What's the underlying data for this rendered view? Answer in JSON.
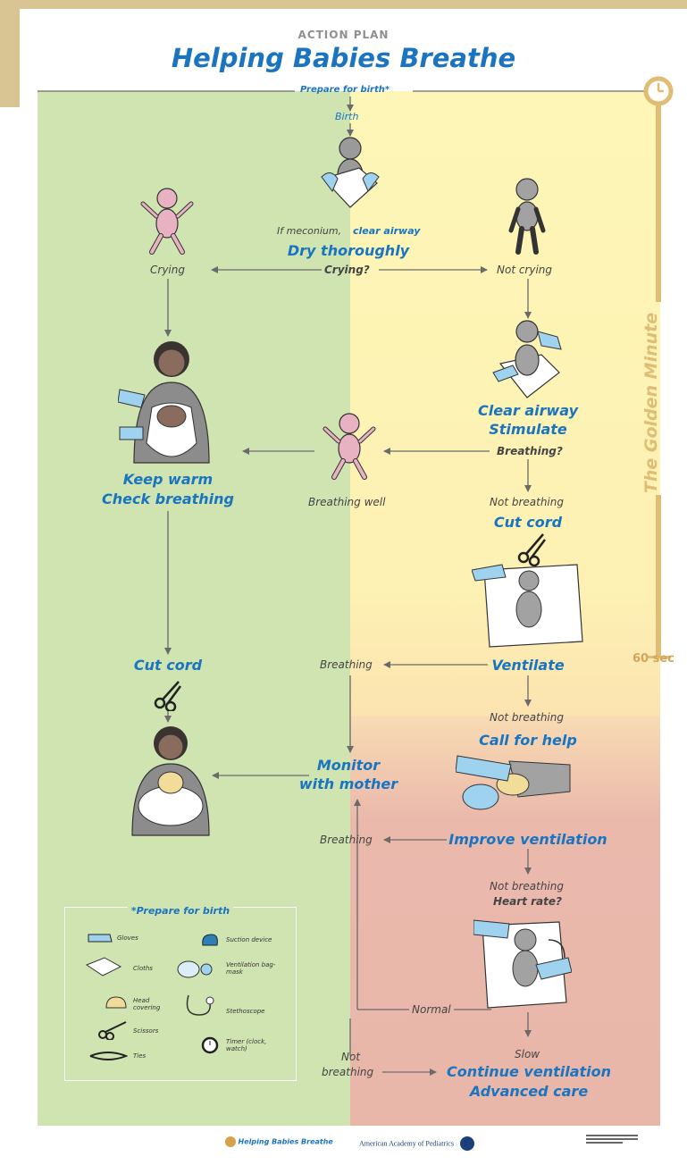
{
  "header": {
    "subtitle": "ACTION PLAN",
    "title": "Helping Babies Breathe"
  },
  "top_line": {
    "prepare": "Prepare for birth*",
    "birth": "Birth"
  },
  "steps": {
    "meconium_prefix": "If meconium,",
    "meconium_action": "clear airway",
    "dry": "Dry thoroughly",
    "crying_q": "Crying?",
    "crying": "Crying",
    "not_crying": "Not crying",
    "clear_airway": "Clear airway",
    "stimulate": "Stimulate",
    "breathing_q": "Breathing?",
    "keep_warm": "Keep warm",
    "check_breathing": "Check breathing",
    "breathing_well": "Breathing well",
    "not_breathing_1": "Not breathing",
    "cut_cord_right": "Cut cord",
    "cut_cord_left": "Cut cord",
    "breathing_1": "Breathing",
    "ventilate": "Ventilate",
    "not_breathing_2": "Not breathing",
    "call_help": "Call for help",
    "monitor_1": "Monitor",
    "monitor_2": "with mother",
    "breathing_2": "Breathing",
    "improve_vent": "Improve ventilation",
    "not_breathing_3": "Not breathing",
    "heart_rate": "Heart rate?",
    "normal": "Normal",
    "slow": "Slow",
    "not": "Not",
    "breathing_3": "breathing",
    "continue_vent": "Continue ventilation",
    "advanced_care": "Advanced care"
  },
  "golden": {
    "label": "The Golden Minute",
    "sec": "60 sec"
  },
  "legend": {
    "title": "*Prepare for birth",
    "items": [
      "Gloves",
      "Suction device",
      "Cloths",
      "Ventilation bag-mask",
      "Head covering",
      "Stethoscope",
      "Scissors",
      "Timer (clock, watch)",
      "Ties"
    ]
  },
  "footer": {
    "hbb": "Helping Babies Breathe",
    "aap": "American Academy of Pediatrics"
  },
  "colors": {
    "green": "#cfe4b0",
    "yellow": "#fdf6b6",
    "red": "#eab9ac",
    "blue": "#1a74c0",
    "gold": "#e0bd74"
  }
}
